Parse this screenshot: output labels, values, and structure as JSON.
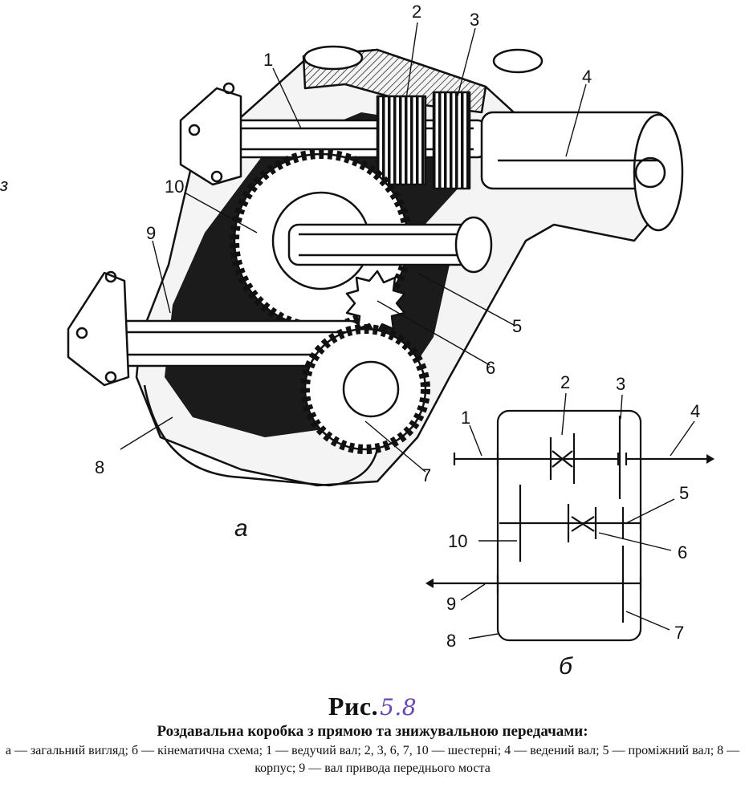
{
  "margin_marks": [
    "з"
  ],
  "callouts_a": [
    "1",
    "2",
    "3",
    "4",
    "10",
    "9",
    "5",
    "6",
    "8",
    "7"
  ],
  "callouts_b": [
    "2",
    "3",
    "4",
    "1",
    "5",
    "10",
    "6",
    "9",
    "8",
    "7"
  ],
  "sublabel_a": "а",
  "sublabel_b": "б",
  "figure": {
    "prefix": "Рис.",
    "number": "5.8",
    "heading": "Роздавальна коробка з прямою та знижувальною передачами:",
    "legend": "а — загальний вигляд; б — кінематична схема; 1 — ведучий вал; 2, 3, 6, 7, 10 — шестерні; 4 — ведений вал; 5 — проміжний вал; 8 — корпус; 9 — вал привода переднього моста"
  },
  "colors": {
    "ink": "#111111",
    "paper": "#ffffff",
    "handwriting": "#6a46b0"
  }
}
